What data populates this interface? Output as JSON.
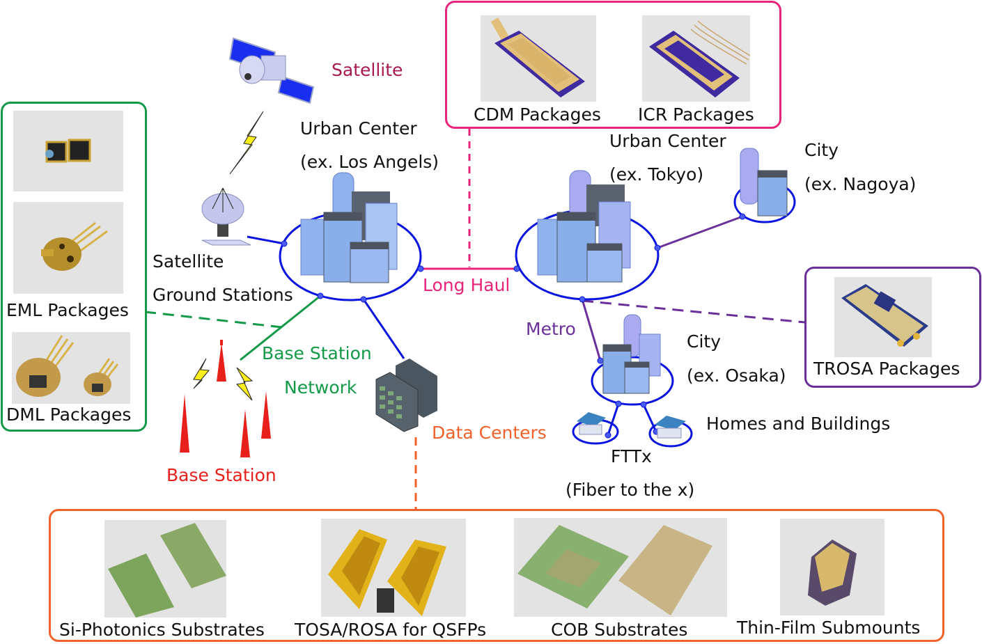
{
  "colors": {
    "ring": "#0a14e0",
    "long_haul": "#e8257a",
    "metro": "#6a2f9a",
    "base_station_net": "#129a48",
    "data_centers": "#f0622a",
    "satellite": "#a8194f",
    "base_station": "#e8201c",
    "eml_box": "#129a48",
    "cdm_box": "#e8257a",
    "trosa_box": "#6a2f9a",
    "bottom_box": "#f0622a"
  },
  "nodes": {
    "satellite": "Satellite",
    "ground_stations_line1": "Satellite",
    "ground_stations_line2": "Ground Stations",
    "urban_la_line1": "Urban Center",
    "urban_la_line2": "(ex. Los Angels)",
    "urban_tokyo_line1": "Urban Center",
    "urban_tokyo_line2": "(ex. Tokyo)",
    "city_nagoya_line1": "City",
    "city_nagoya_line2": "(ex. Nagoya)",
    "city_osaka_line1": "City",
    "city_osaka_line2": "(ex. Osaka)",
    "homes": "Homes and Buildings",
    "fttx_line1": "FTTx",
    "fttx_line2": "(Fiber to the x)",
    "base_station": "Base Station",
    "data_centers": "Data Centers"
  },
  "links": {
    "long_haul": "Long Haul",
    "metro": "Metro",
    "base_station_net_line1": "Base Station",
    "base_station_net_line2": "Network"
  },
  "packages": {
    "eml": "EML Packages",
    "dml": "DML Packages",
    "cdm": "CDM Packages",
    "icr": "ICR Packages",
    "trosa": "TROSA Packages",
    "si_photonics": "Si-Photonics Substrates",
    "tosa_rosa": "TOSA/ROSA for QSFPs",
    "cob": "COB Substrates",
    "thin_film": "Thin-Film Submounts"
  }
}
